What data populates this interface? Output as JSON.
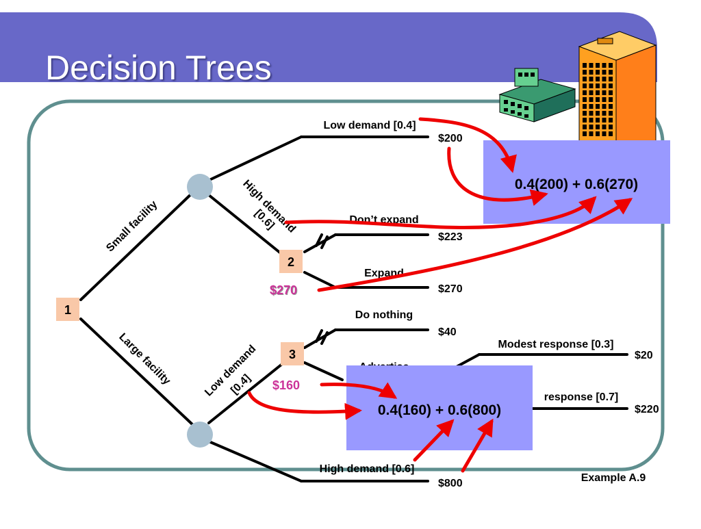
{
  "title": "Decision Trees",
  "example": "Example A.9",
  "colors": {
    "header_bar": "#6868c8",
    "frame_border": "#5f8f8f",
    "box_fill": "#9999ff",
    "decision_node_fill": "#f9c8a8",
    "chance_node_fill": "#a8c0d0",
    "arrow": "#ee0000",
    "rollback_value": "#cc3399"
  },
  "tree": {
    "decision_nodes": [
      "1",
      "2",
      "3"
    ],
    "branches": {
      "small_facility": "Small facility",
      "large_facility": "Large facility",
      "high_demand_small_line1": "High demand",
      "high_demand_small_line2": "[0.6]",
      "low_demand_small": "Low demand [0.4]",
      "dont_expand": "Don’t expand",
      "expand": "Expand",
      "low_demand_large_line1": "Low demand",
      "low_demand_large_line2": "[0.4]",
      "do_nothing": "Do nothing",
      "advertise": "Advertise",
      "modest_response": "Modest response [0.3]",
      "sizable_response": "response [0.7]",
      "high_demand_large": "High demand [0.6]"
    },
    "payoffs": {
      "low_demand_small": "$200",
      "dont_expand": "$223",
      "expand": "$270",
      "do_nothing": "$40",
      "modest_response": "$20",
      "sizable_response": "$220",
      "high_demand_large": "$800"
    },
    "rollback_values": {
      "node2": "$270",
      "node3": "$160"
    }
  },
  "callouts": {
    "small_facility_ev": "0.4(200) + 0.6(270)",
    "large_facility_ev": "0.4(160) + 0.6(800)"
  },
  "icons": [
    "small-building-icon",
    "tall-building-icon"
  ]
}
